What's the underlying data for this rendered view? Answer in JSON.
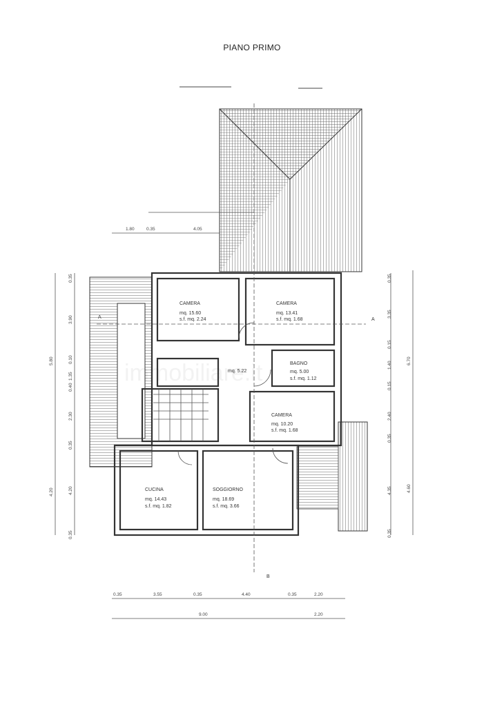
{
  "title": "PIANO PRIMO",
  "rooms": [
    {
      "name": "CAMERA",
      "area": "mq. 15.60",
      "sf": "s.f. mq. 2.24"
    },
    {
      "name": "CAMERA",
      "area": "mq. 13.41",
      "sf": "s.f. mq. 1.68"
    },
    {
      "name": "BAGNO",
      "area": "mq. 5.00",
      "sf": "s.f. mq. 1.12"
    },
    {
      "name": "",
      "area": "mq. 5.22",
      "sf": ""
    },
    {
      "name": "CAMERA",
      "area": "mq. 10.20",
      "sf": "s.f. mq. 1.68"
    },
    {
      "name": "CUCINA",
      "area": "mq. 14.43",
      "sf": "s.f. mq. 1.82"
    },
    {
      "name": "SOGGIORNO",
      "area": "mq. 18.69",
      "sf": "s.f. mq. 3.66"
    }
  ],
  "dimensions": {
    "top": [
      "1.80",
      "0.35",
      "4.05"
    ],
    "left_inner": [
      "0.35",
      "3.90",
      "0.10",
      "1.35",
      "0.40",
      "2.30",
      "0.35",
      "4.20",
      "0.35"
    ],
    "left_outer": [
      "5.80",
      "4.20"
    ],
    "right_inner": [
      "0.35",
      "3.35",
      "0.15",
      "1.40",
      "0.15",
      "2.40",
      "0.35",
      "4.35",
      "0.35"
    ],
    "right_outer": [
      "6.70",
      "4.60"
    ],
    "bottom_inner": [
      "0.35",
      "3.55",
      "0.35",
      "4.40",
      "0.35",
      "2.20"
    ],
    "bottom_outer": [
      "9.00",
      "2.20"
    ]
  },
  "section_marks": [
    "A",
    "A",
    "B"
  ],
  "watermark": "immobiliare.it"
}
